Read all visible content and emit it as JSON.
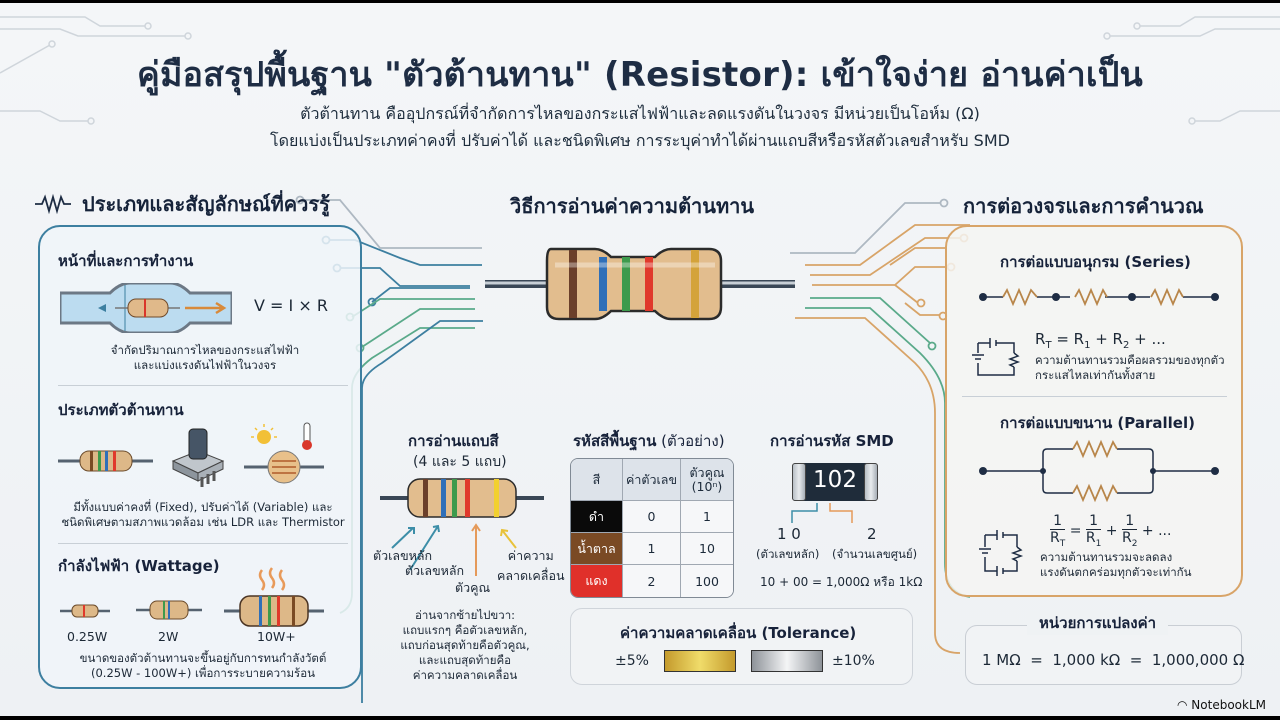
{
  "header": {
    "title": "คู่มือสรุปพื้นฐาน \"ตัวต้านทาน\" (Resistor): เข้าใจง่าย อ่านค่าเป็น",
    "subtitle_line1": "ตัวต้านทาน คืออุปกรณ์ที่จำกัดการไหลของกระแสไฟฟ้าและลดแรงดันในวงจร มีหน่วยเป็นโอห์ม (Ω)",
    "subtitle_line2": "โดยแบ่งเป็นประเภทค่าคงที่ ปรับค่าได้ และชนิดพิเศษ การระบุค่าทำได้ผ่านแถบสีหรือรหัสตัวเลขสำหรับ SMD"
  },
  "left": {
    "heading": "ประเภทและสัญลักษณ์ที่ควรรู้",
    "function": {
      "title": "หน้าที่และการทำงาน",
      "formula": "V = I × R",
      "desc_line1": "จำกัดปริมาณการไหลของกระแสไฟฟ้า",
      "desc_line2": "และแบ่งแรงดันไฟฟ้าในวงจร"
    },
    "types": {
      "title": "ประเภทตัวต้านทาน",
      "icons": [
        "fixed-resistor",
        "potentiometer",
        "ldr-thermistor"
      ],
      "desc_line1": "มีทั้งแบบค่าคงที่ (Fixed), ปรับค่าได้ (Variable) และ",
      "desc_line2": "ชนิดพิเศษตามสภาพแวดล้อม เช่น LDR และ Thermistor"
    },
    "wattage": {
      "title": "กำลังไฟฟ้า (Wattage)",
      "sizes": [
        "0.25W",
        "2W",
        "10W+"
      ],
      "desc_line1": "ขนาดของตัวต้านทานจะขึ้นอยู่กับการทนกำลังวัตต์",
      "desc_line2": "(0.25W - 100W+) เพื่อการระบายความร้อน"
    }
  },
  "center": {
    "heading": "วิธีการอ่านค่าความต้านทาน",
    "main_resistor_bands": [
      "#6b3f2a",
      "#2f6fb8",
      "#3d9a4c",
      "#e0392b",
      "#d4a33a"
    ],
    "color_bands": {
      "title": "การอ่านแถบสี",
      "subtitle": "(4 และ 5 แถบ)",
      "bands": [
        "#6b3f2a",
        "#2f6fb8",
        "#3d9a4c",
        "#e0392b",
        "#f2d02e"
      ],
      "arrow1": "ตัวเลขหลัก",
      "arrow2": "ตัวเลขหลัก",
      "arrow3": "ตัวคูณ",
      "arrow4_line1": "ค่าความ",
      "arrow4_line2": "คลาดเคลื่อน",
      "desc_lines": [
        "อ่านจากซ้ายไปขวา:",
        "แถบแรกๆ คือตัวเลขหลัก,",
        "แถบก่อนสุดท้ายคือตัวคูณ,",
        "และแถบสุดท้ายคือ",
        "ค่าความคลาดเคลื่อน"
      ]
    },
    "code_table": {
      "title_bold": "รหัสสีพื้นฐาน",
      "title_rest": " (ตัวอย่าง)",
      "headers": [
        "สี",
        "ค่าตัวเลข",
        "ตัวคูณ",
        "(10ⁿ)"
      ],
      "rows": [
        {
          "color": "ดำ",
          "bg": "#0a0a0a",
          "digit": "0",
          "mult": "1"
        },
        {
          "color": "น้ำตาล",
          "bg": "#7a4a24",
          "digit": "1",
          "mult": "10"
        },
        {
          "color": "แดง",
          "bg": "#e0302a",
          "digit": "2",
          "mult": "100"
        }
      ]
    },
    "smd": {
      "title": "การอ่านรหัส SMD",
      "code": "102",
      "left_value": "1 0",
      "left_label": "(ตัวเลขหลัก)",
      "right_value": "2",
      "right_label": "(จำนวนเลขศูนย์)",
      "result": "10 + 00 = 1,000Ω หรือ 1kΩ"
    },
    "tolerance": {
      "title": "ค่าความคลาดเคลื่อน (Tolerance)",
      "gold_label": "±5%",
      "silver_label": "±10%"
    }
  },
  "right": {
    "heading": "การต่อวงจรและการคำนวณ",
    "series": {
      "title": "การต่อแบบอนุกรม (Series)",
      "formula": "R_T = R₁ + R₂ + ...",
      "desc_line1": "ความต้านทานรวมคือผลรวมของทุกตัว",
      "desc_line2": "กระแสไหลเท่ากันทั้งสาย"
    },
    "parallel": {
      "title": "การต่อแบบขนาน (Parallel)",
      "desc_line1": "ความต้านทานรวมจะลดลง",
      "desc_line2": "แรงดันตกคร่อมทุกตัวจะเท่ากัน"
    },
    "units": {
      "title": "หน่วยการแปลงค่า",
      "value": "1 MΩ  =  1,000 kΩ  =  1,000,000 Ω"
    }
  },
  "footer": {
    "brand": "NotebookLM"
  },
  "colors": {
    "blue": "#3d7fa0",
    "green": "#5aaa8a",
    "orange": "#d8a468",
    "navy": "#1e2d44"
  }
}
